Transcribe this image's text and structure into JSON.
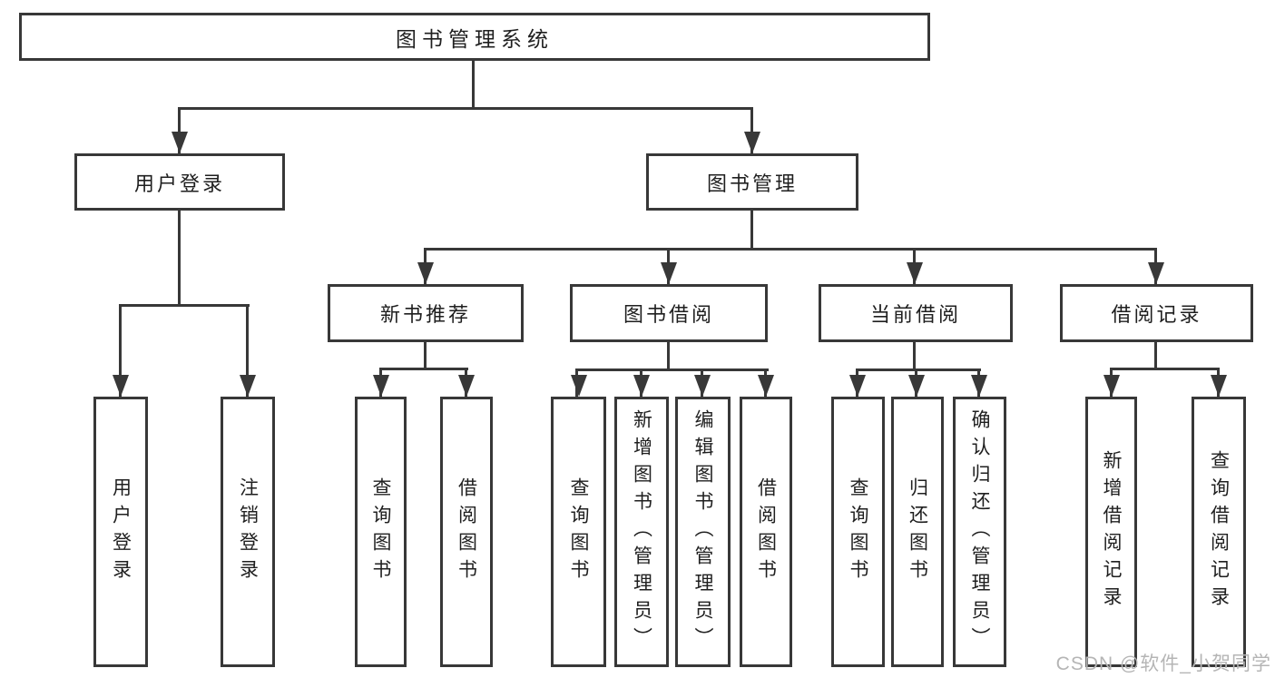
{
  "colors": {
    "line": "#383838",
    "text": "#1f1f1f",
    "watermark": "#b5b5b5",
    "bg": "#ffffff"
  },
  "diagram": {
    "title": "图书管理系统",
    "user_login": {
      "label": "用户登录",
      "children": [
        {
          "label": "用户登录"
        },
        {
          "label": "注销登录"
        }
      ]
    },
    "book_management": {
      "label": "图书管理",
      "sections": [
        {
          "label": "新书推荐",
          "children": [
            {
              "label": "查询图书"
            },
            {
              "label": "借阅图书"
            }
          ]
        },
        {
          "label": "图书借阅",
          "children": [
            {
              "label": "查询图书"
            },
            {
              "label": "新增图书（管理员）"
            },
            {
              "label": "编辑图书（管理员）"
            },
            {
              "label": "借阅图书"
            }
          ]
        },
        {
          "label": "当前借阅",
          "children": [
            {
              "label": "查询图书"
            },
            {
              "label": "归还图书"
            },
            {
              "label": "确认归还（管理员）"
            }
          ]
        },
        {
          "label": "借阅记录",
          "children": [
            {
              "label": "新增借阅记录"
            },
            {
              "label": "查询借阅记录"
            }
          ]
        }
      ]
    }
  },
  "watermark": {
    "text": "CSDN @软件_小贺同学"
  }
}
